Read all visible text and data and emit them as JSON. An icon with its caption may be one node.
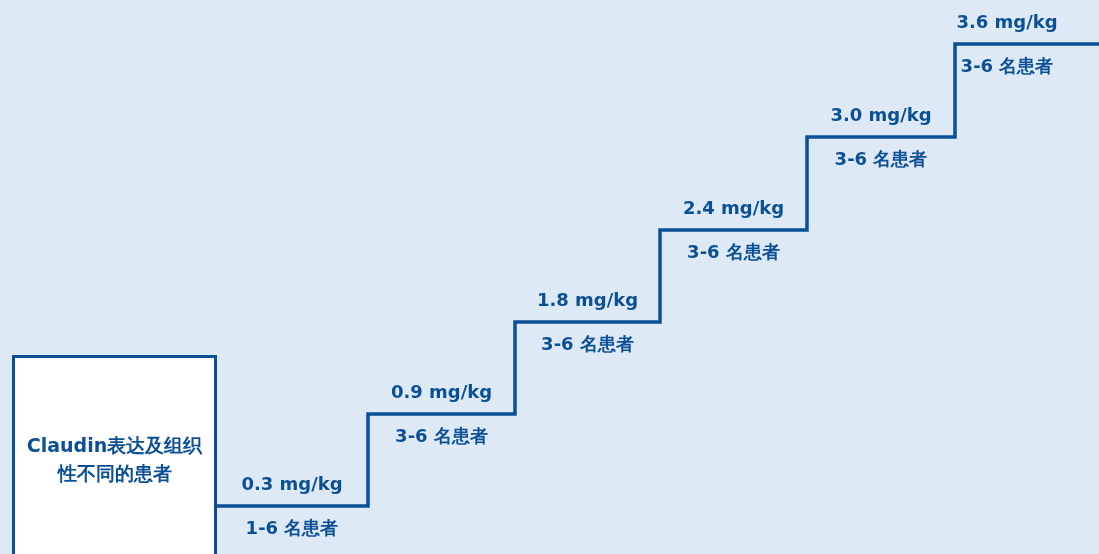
{
  "diagram": {
    "nodes": [
      {
        "text": [
          "Claudin表达及组织性不同的患者"
        ]
      }
    ],
    "labels": [
      "0.3 mg/kg",
      "1-6 名患者",
      "0.9 mg/kg",
      "3-6 名患者",
      "1.8 mg/kg",
      "3-6 名患者",
      "2.4 mg/kg",
      "3-6 名患者",
      "3.0 mg/kg",
      "3-6 名患者",
      "3.6 mg/kg",
      "3-6 名患者"
    ]
  }
}
